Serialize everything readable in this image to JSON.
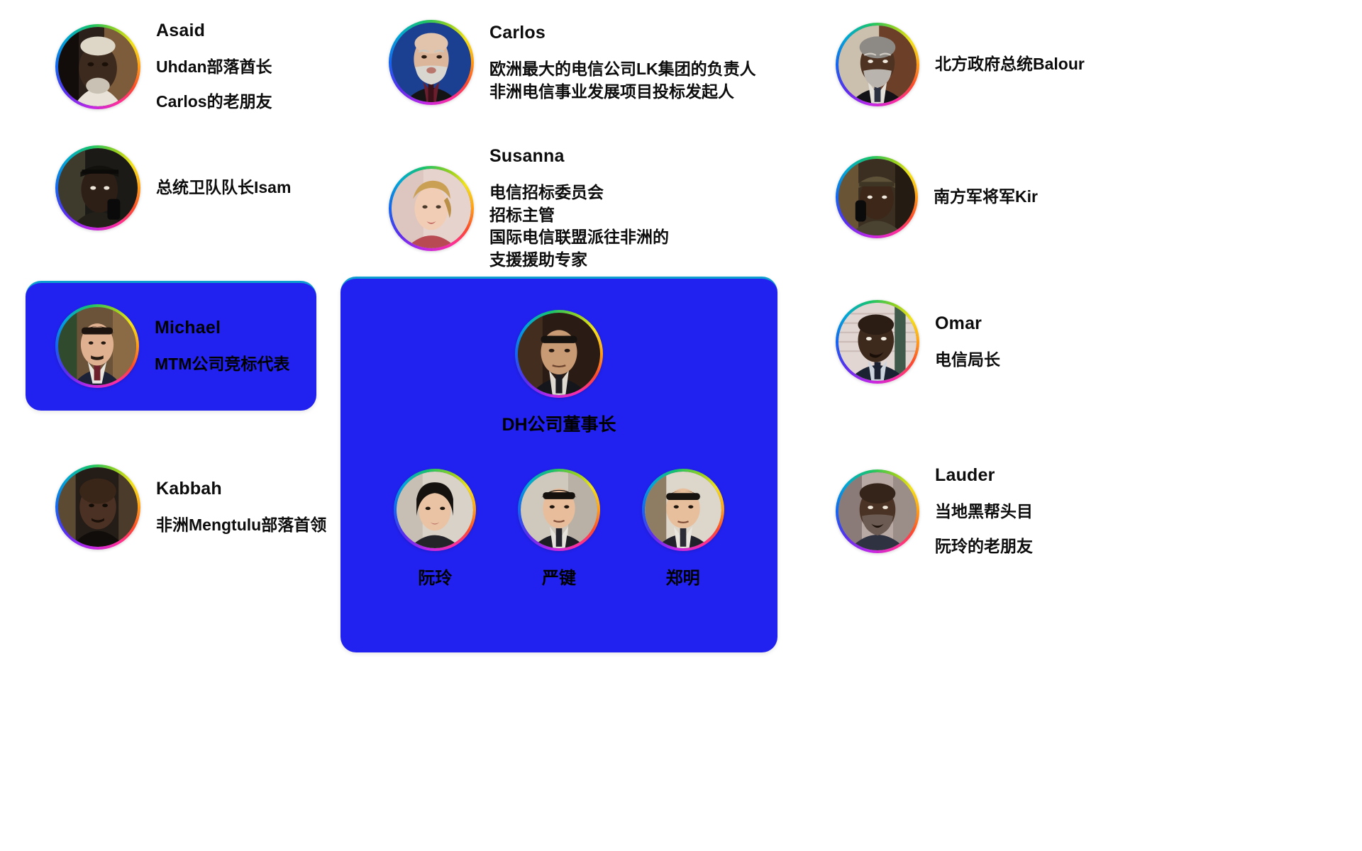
{
  "theme": {
    "background": "#ffffff",
    "highlight_box_color": "#2222f0",
    "highlight_box_top_border": "#0e9fd0",
    "text_color": "#0d0d0d",
    "ring_style": "rainbow-conic-gradient"
  },
  "characters": {
    "asaid": {
      "name": "Asaid",
      "role": "Uhdan部落酋长",
      "relation": "Carlos的老朋友",
      "avatar_alt": "asaid-portrait"
    },
    "isam": {
      "name": "",
      "role": "总统卫队队长Isam",
      "avatar_alt": "isam-portrait"
    },
    "michael": {
      "name": "Michael",
      "role": "MTM公司竞标代表",
      "avatar_alt": "michael-portrait"
    },
    "kabbah": {
      "name": "Kabbah",
      "role": "非洲Mengtulu部落首领",
      "avatar_alt": "kabbah-portrait"
    },
    "carlos": {
      "name": "Carlos",
      "role": "欧洲最大的电信公司LK集团的负责人\n非洲电信事业发展项目投标发起人",
      "avatar_alt": "carlos-portrait"
    },
    "susanna": {
      "name": "Susanna",
      "role": "电信招标委员会\n招标主管\n国际电信联盟派往非洲的\n支援援助专家",
      "avatar_alt": "susanna-portrait"
    },
    "balour": {
      "name": "",
      "role": "北方政府总统Balour",
      "avatar_alt": "balour-portrait"
    },
    "kir": {
      "name": "",
      "role": "南方军将军Kir",
      "avatar_alt": "kir-portrait"
    },
    "omar": {
      "name": "Omar",
      "role": "电信局长",
      "avatar_alt": "omar-portrait"
    },
    "lauder": {
      "name": "Lauder",
      "role": "当地黑帮头目",
      "relation": "阮玲的老朋友",
      "avatar_alt": "lauder-portrait"
    }
  },
  "dh_group": {
    "chairman": {
      "title": "DH公司董事长",
      "avatar_alt": "dh-chairman-portrait"
    },
    "members": [
      {
        "name": "阮玲",
        "avatar_alt": "ruanling-portrait"
      },
      {
        "name": "严键",
        "avatar_alt": "yanjian-portrait"
      },
      {
        "name": "郑明",
        "avatar_alt": "zhengming-portrait"
      }
    ]
  }
}
